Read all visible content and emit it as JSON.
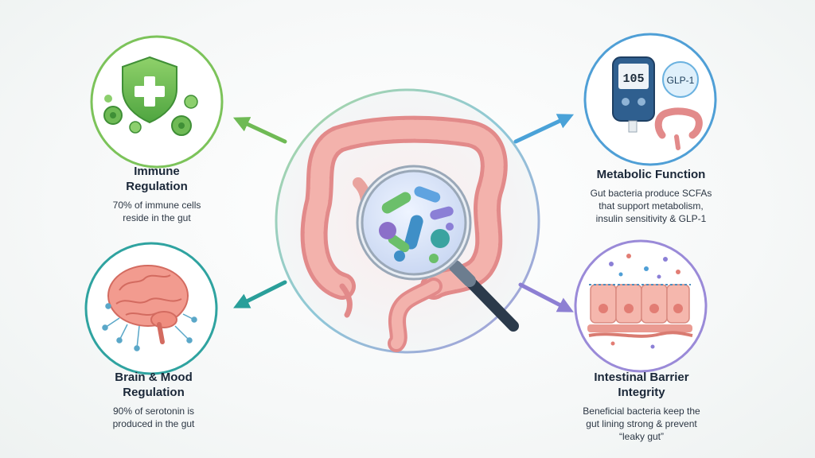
{
  "center": {
    "illustration": "colon-with-magnifier-microbes",
    "ring_color": "#8fc8d8"
  },
  "panels": {
    "immune": {
      "title_lines": [
        "Immune",
        "Regulation"
      ],
      "desc_lines": [
        "70% of immune cells",
        "reside in the gut"
      ],
      "icon": "shield-cross-icon",
      "ring_color": "#7cc35a"
    },
    "metabolic": {
      "title_lines": [
        "Metabolic Function"
      ],
      "desc_lines": [
        "Gut bacteria produce SCFAs",
        "that support metabolism,",
        "insulin sensitivity & GLP-1"
      ],
      "icon": "glucose-meter-icon",
      "meter_reading": "105",
      "badge_label": "GLP-1",
      "ring_color": "#4f9fd6"
    },
    "brain": {
      "title_lines": [
        "Brain & Mood",
        "Regulation"
      ],
      "desc_lines": [
        "90% of serotonin is",
        "produced in the gut"
      ],
      "icon": "brain-icon",
      "ring_color": "#2fa3a0"
    },
    "barrier": {
      "title_lines": [
        "Intestinal Barrier",
        "Integrity"
      ],
      "desc_lines": [
        "Beneficial bacteria keep the",
        "gut lining strong & prevent",
        "“leaky gut”"
      ],
      "icon": "intestinal-lining-icon",
      "ring_color": "#9a8ad8"
    }
  },
  "arrows": {
    "to_immune_color": "#6fba55",
    "to_metabolic_color": "#4aa2d8",
    "to_brain_color": "#2a9f9a",
    "to_barrier_color": "#8d7fd3"
  }
}
